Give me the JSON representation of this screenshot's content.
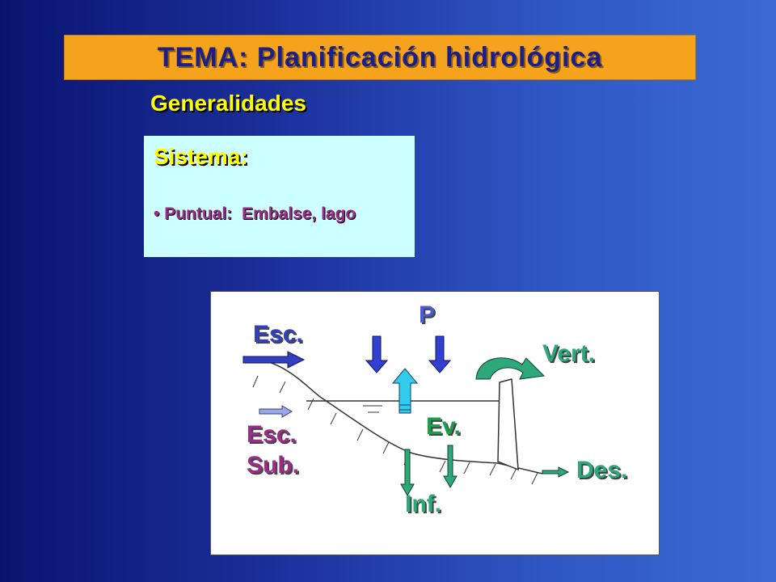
{
  "title": "TEMA: Planificación hidrológica",
  "subtitle": "Generalidades",
  "system": {
    "heading": "Sistema:",
    "bullet_symbol": "•",
    "bullet_label": "Puntual:",
    "bullet_value": "Embalse, lago"
  },
  "diagram": {
    "labels": {
      "runoff": "Esc.",
      "precip": "P",
      "spill": "Vert.",
      "evap": "Ev.",
      "sub_runoff_1": "Esc.",
      "sub_runoff_2": "Sub.",
      "outflow": "Des.",
      "infiltration": "Inf."
    },
    "colors": {
      "runoff": "#3040c0",
      "precip": "#4a5ad0",
      "spill": "#2ca87a",
      "evap": "#1aa04a",
      "sub_runoff": "#9b2c8a",
      "outflow": "#2ca87a",
      "infiltration": "#2ca87a"
    },
    "icons": [
      "runoff-arrow-icon",
      "precipitation-arrow-icon",
      "evaporation-arrow-icon",
      "spill-curved-arrow-icon",
      "infiltration-arrow-icon",
      "outflow-arrow-icon",
      "water-level-icon",
      "dam-icon"
    ]
  }
}
